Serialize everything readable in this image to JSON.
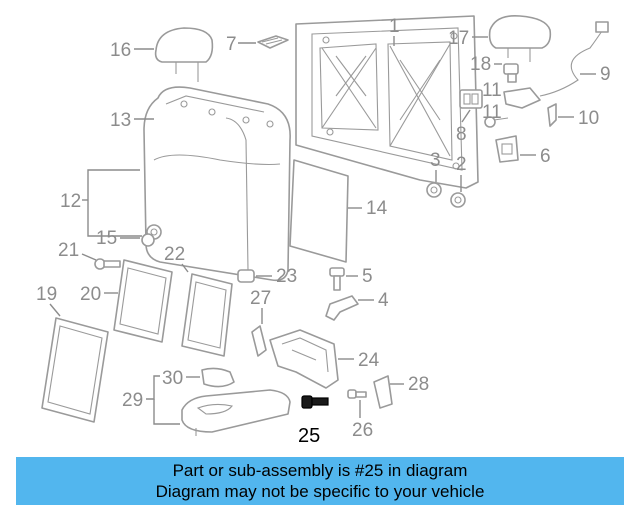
{
  "diagram": {
    "callouts": [
      "1",
      "2",
      "3",
      "4",
      "5",
      "6",
      "7",
      "8",
      "9",
      "10",
      "11",
      "12",
      "13",
      "14",
      "15",
      "16",
      "17",
      "18",
      "19",
      "20",
      "21",
      "22",
      "23",
      "24",
      "25",
      "26",
      "27",
      "28",
      "29",
      "30"
    ],
    "highlighted_callout": "25",
    "highlight_color": "#000000",
    "part_color": "#9a9a9a"
  },
  "banner": {
    "line1": "Part or sub-assembly is #25 in diagram",
    "line2": "Diagram may not be specific to your vehicle",
    "background": "#52b6ee"
  }
}
